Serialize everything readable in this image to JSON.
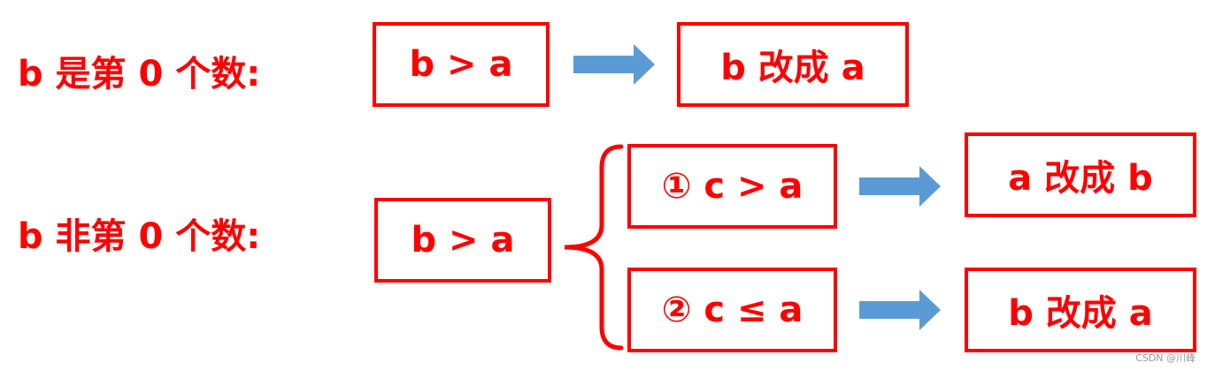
{
  "colors": {
    "accent": "#ff0000",
    "arrow": "#5b9bd5"
  },
  "row1": {
    "label": "b 是第 0 个数:",
    "condition": "b > a",
    "result": "b 改成 a"
  },
  "row2": {
    "label": "b 非第 0 个数:",
    "condition": "b > a",
    "branches": [
      {
        "condition": "① c > a",
        "result": "a 改成 b"
      },
      {
        "condition": "② c ≤ a",
        "result": "b 改成 a"
      }
    ]
  },
  "watermark": "CSDN @川峰"
}
